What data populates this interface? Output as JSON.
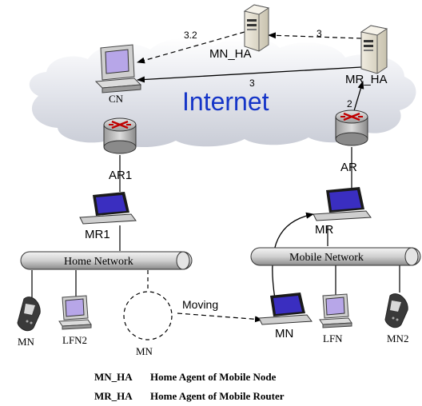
{
  "cloud": {
    "label": "Internet"
  },
  "nodes": {
    "mn_ha": "MN_HA",
    "mr_ha": "MR_HA",
    "cn": "CN",
    "ar1": "AR1",
    "ar2": "AR",
    "mr1": "MR1",
    "mr2": "MR",
    "mn_moved": "MN",
    "mn_home": "MN",
    "mn_ghost": "MN",
    "lfn2": "LFN2",
    "lfn": "LFN",
    "mn2": "MN2"
  },
  "networks": {
    "home": "Home Network",
    "mobile": "Mobile Network"
  },
  "arrows": {
    "mnha_to_cn": "3.2",
    "mrha_to_mnha": "3",
    "mrha_to_cn": "3",
    "ar_to_mrha": "2",
    "moving": "Moving"
  },
  "legend": [
    {
      "abbr": "MN_HA",
      "desc": "Home Agent of  Mobile Node"
    },
    {
      "abbr": "MR_HA",
      "desc": "Home Agent of  Mobile Router"
    }
  ]
}
